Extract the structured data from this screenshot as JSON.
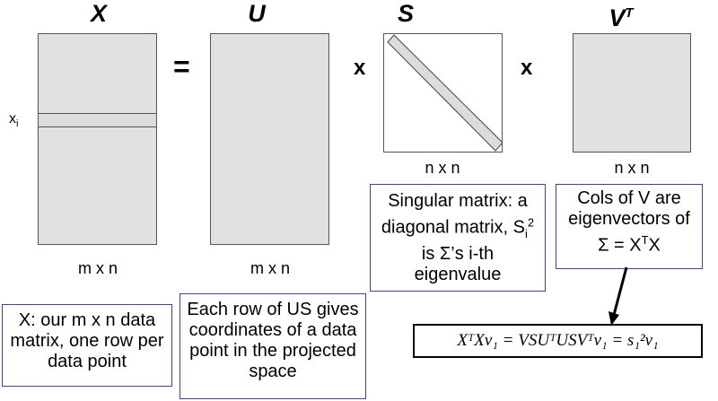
{
  "headers": {
    "x": "X",
    "u": "U",
    "s": "S",
    "v": "V",
    "v_sup": "T"
  },
  "operators": {
    "equals": "=",
    "times1": "x",
    "times2": "x"
  },
  "labels": {
    "xi_base": "x",
    "xi_sub": "i",
    "dim_x": "m x n",
    "dim_u": "m x n",
    "dim_s": "n x n",
    "dim_v": "n x n"
  },
  "boxes": {
    "x_desc": "X: our m x n data matrix, one row per data point",
    "us_desc": "Each row of US gives coordinates of a data point in the projected space",
    "s_desc_line1": "Singular matrix: a diagonal matrix, S",
    "s_desc_sub": "i",
    "s_desc_sup": "2",
    "s_desc_line2": " is Σ’s i-th eigenvalue",
    "v_desc_line1": "Cols of V are eigenvectors of",
    "v_desc_line2": "Σ = X",
    "v_desc_sup": "T",
    "v_desc_line3": "X"
  },
  "equation": {
    "text": "XᵀXv₁ = VSUᵀUSVᵀv₁ = s₁²v₁"
  },
  "colors": {
    "matrix_fill": "#e1e1e1",
    "box_border": "#4b3f8c"
  }
}
